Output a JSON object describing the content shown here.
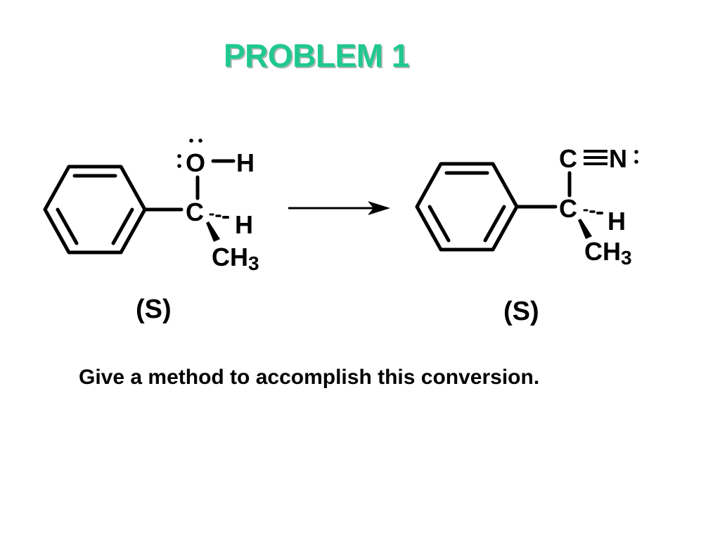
{
  "slide": {
    "title": "PROBLEM 1",
    "question": "Give a method to accomplish this conversion."
  },
  "reactant": {
    "oxygen": "O",
    "hydroxyl_h": "H",
    "carbon": "C",
    "hash_h": "H",
    "methyl_ch": "CH",
    "methyl_sub": "3",
    "config": "(S)"
  },
  "product": {
    "nitrile_c": "C",
    "nitrile_n": "N",
    "carbon": "C",
    "hash_h": "H",
    "methyl_ch": "CH",
    "methyl_sub": "3",
    "config": "(S)"
  },
  "colors": {
    "title": "#1fc88f",
    "title_shadow": "#a9b8b1",
    "text": "#000000"
  }
}
